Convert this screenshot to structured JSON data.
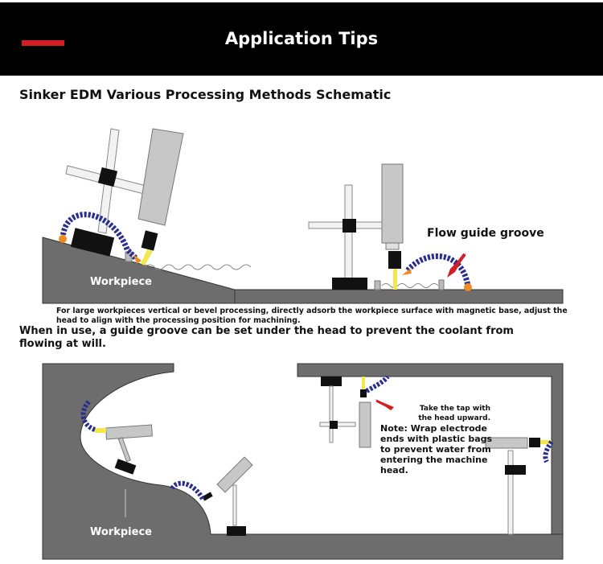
{
  "header": {
    "title": "Application Tips",
    "accent_color": "#d41d24"
  },
  "section": {
    "title": "Sinker EDM Various Processing Methods Schematic"
  },
  "diagram1": {
    "workpiece_label": "Workpiece",
    "flow_label": "Flow guide groove"
  },
  "captions": {
    "small": "For large workpieces vertical or bevel processing, directly adsorb the workpiece surface with magnetic base, adjust the head to align with the processing position for machining.",
    "large": "When in use, a guide groove can be set under the head to prevent the coolant from flowing at will."
  },
  "diagram2": {
    "workpiece_label": "Workpiece",
    "tap_label": "Take the tap with the head upward.",
    "note": "Note: Wrap electrode ends with plastic bags to prevent water from entering the machine head."
  },
  "colors": {
    "workpiece": "#6d6d6d",
    "hose": "#2b2c8f",
    "electrode": "#f2e84b",
    "nozzle": "#f08a24",
    "arrow": "#d41d24"
  }
}
